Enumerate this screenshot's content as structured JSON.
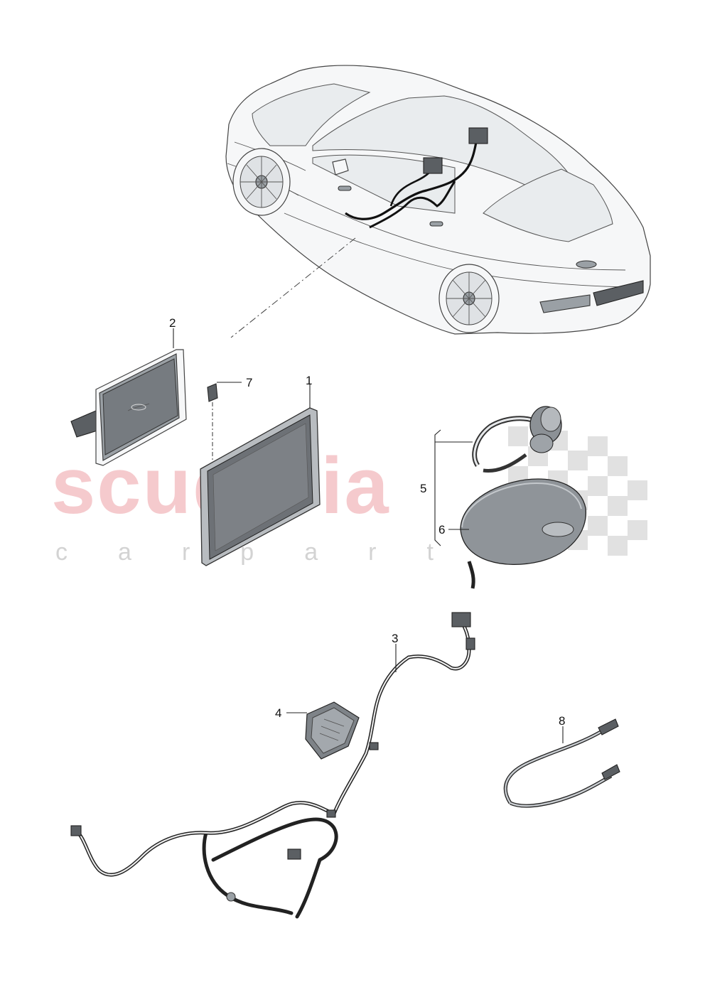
{
  "watermark": {
    "brand": "scuderia",
    "tagline": "c a r p a r t s"
  },
  "callouts": [
    {
      "id": "1",
      "label": "1"
    },
    {
      "id": "2",
      "label": "2"
    },
    {
      "id": "3",
      "label": "3"
    },
    {
      "id": "4",
      "label": "4"
    },
    {
      "id": "5",
      "label": "5"
    },
    {
      "id": "6",
      "label": "6"
    },
    {
      "id": "7",
      "label": "7"
    },
    {
      "id": "8",
      "label": "8"
    }
  ],
  "colors": {
    "line": "#222222",
    "watermark_red": "#f2b9bd",
    "watermark_grey": "#c9c9c9",
    "checker": "#dadada"
  }
}
